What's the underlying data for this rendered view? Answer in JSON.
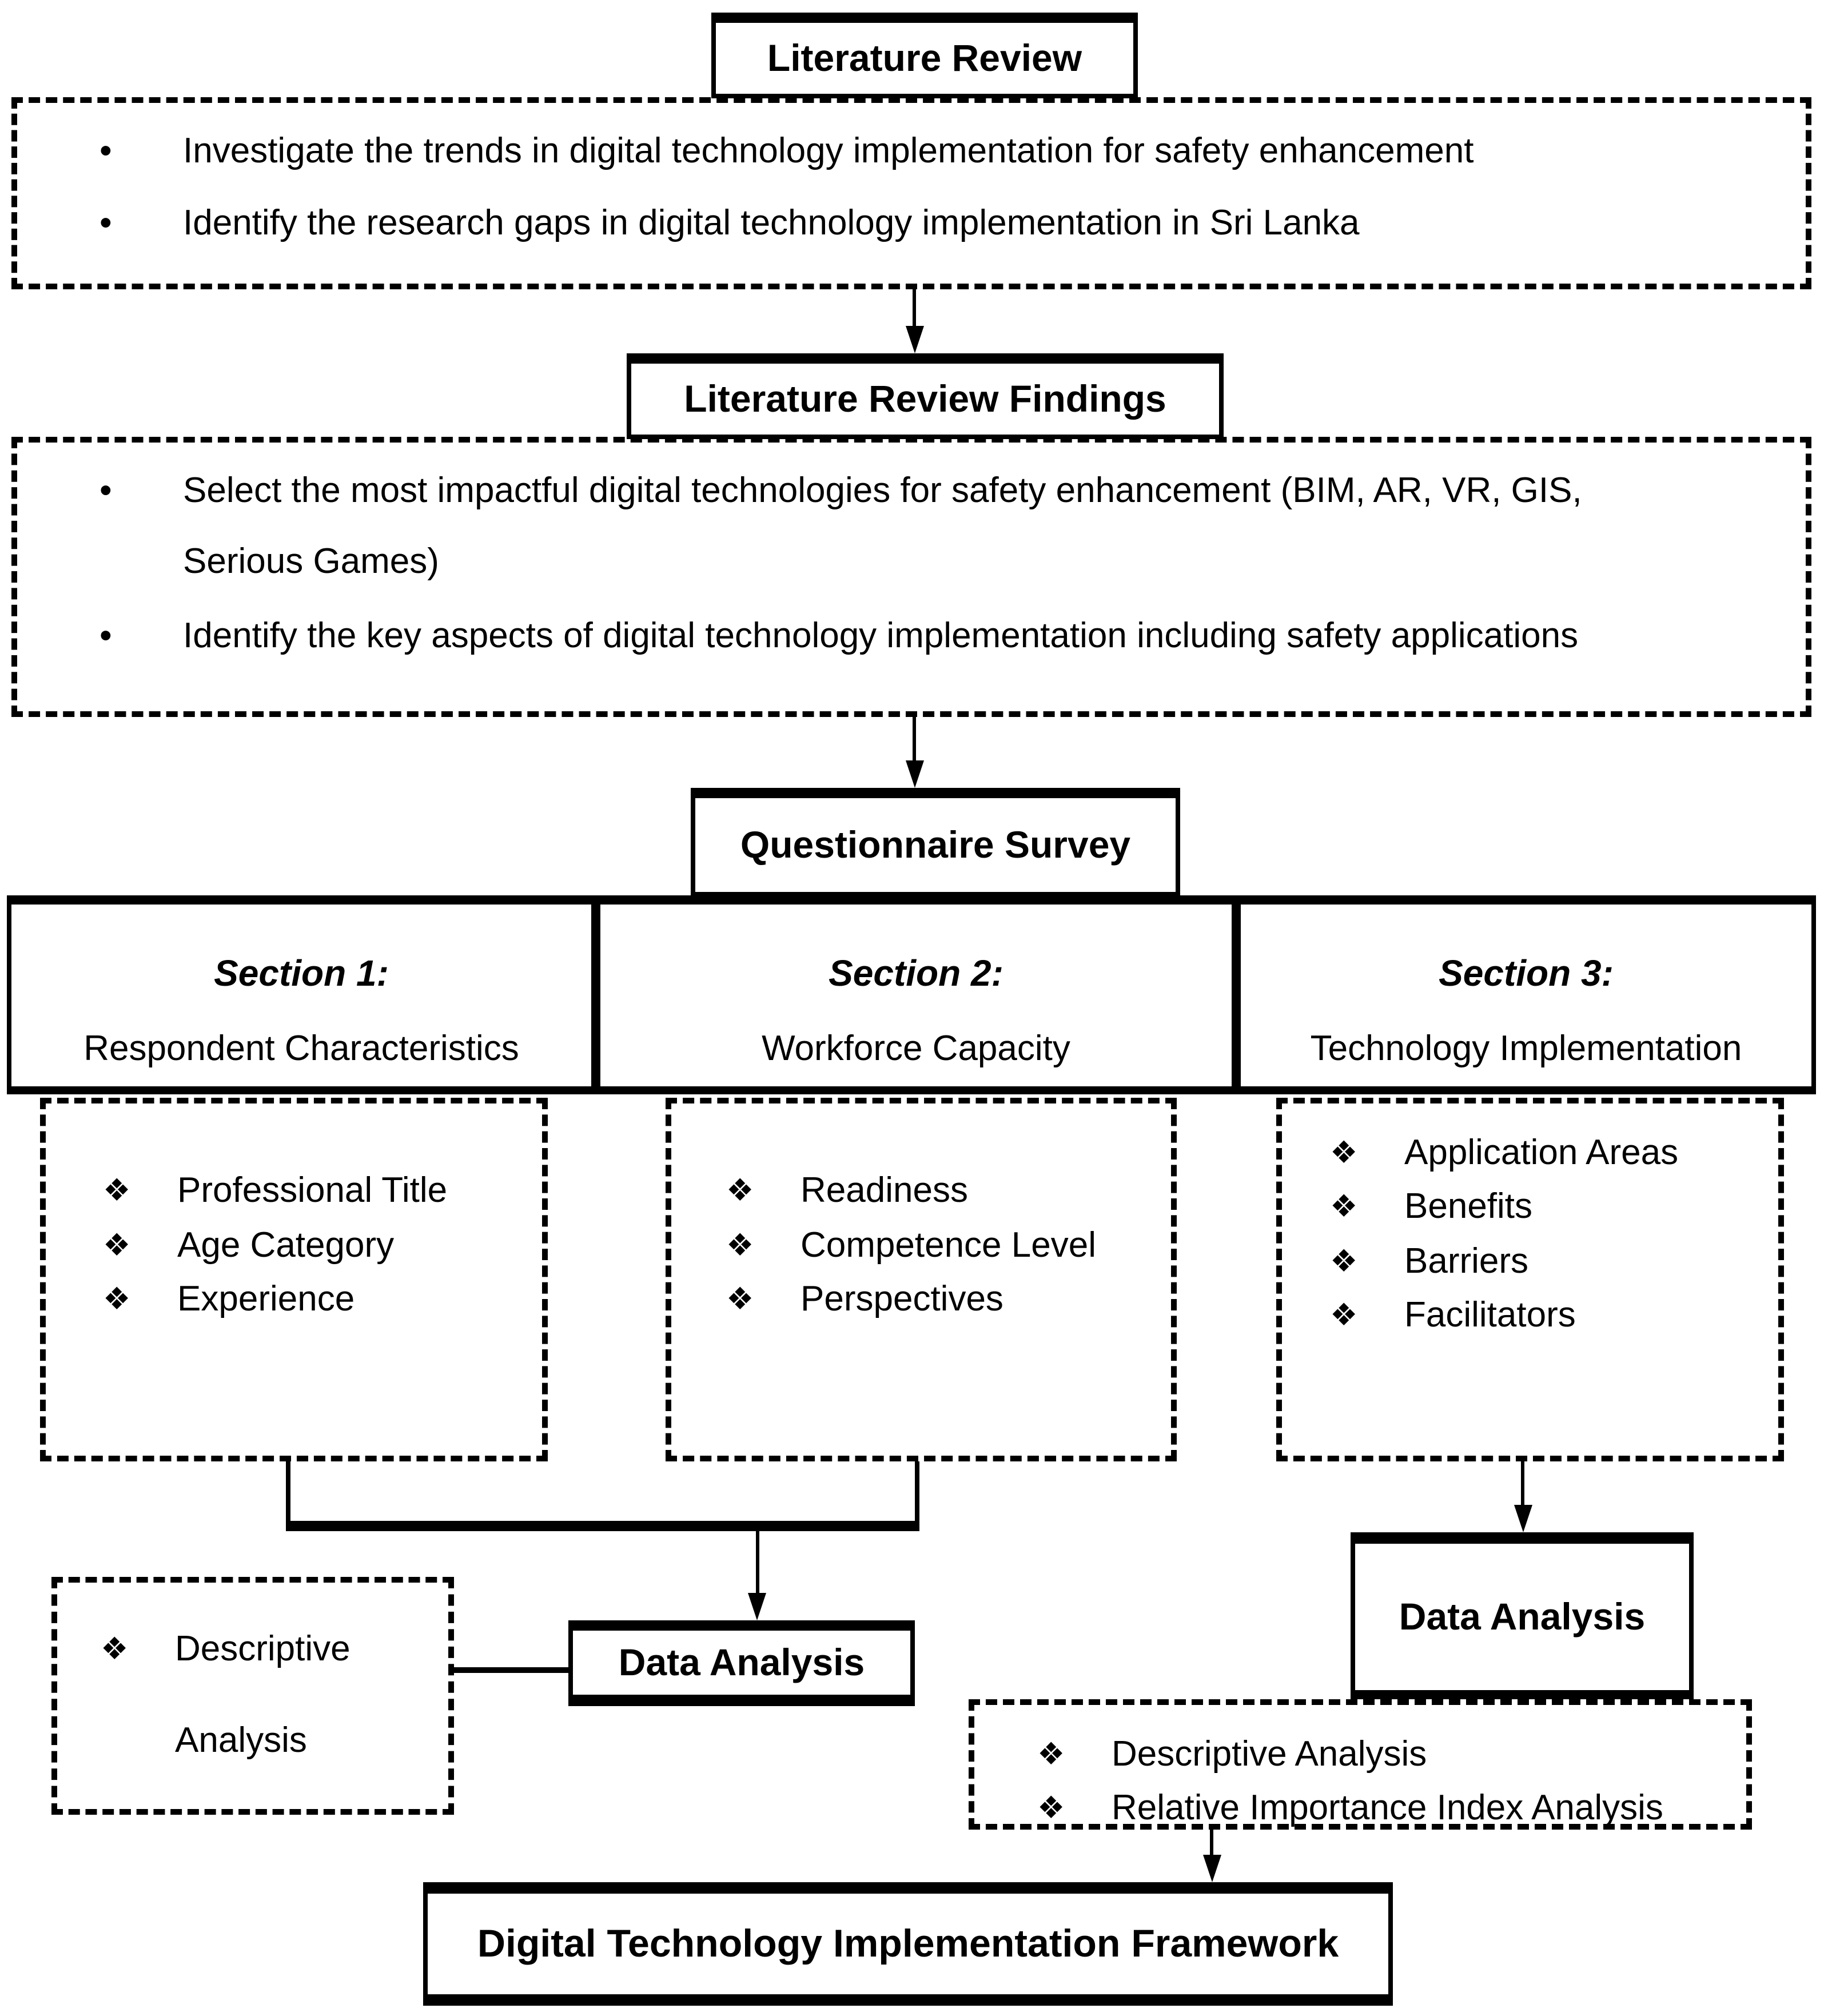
{
  "colors": {
    "ink": "#000000",
    "paper": "#ffffff"
  },
  "glyphs": {
    "bullet": "•",
    "diamond": "❖"
  },
  "literature_review": {
    "title": "Literature Review",
    "items": [
      "Investigate the trends in digital technology implementation for safety enhancement",
      "Identify the research gaps in digital technology implementation in Sri Lanka"
    ]
  },
  "literature_review_findings": {
    "title": "Literature Review Findings",
    "lines": [
      "Select the most impactful digital technologies for safety enhancement (BIM, AR, VR, GIS,",
      "Serious Games)",
      "Identify the key aspects of digital technology implementation including safety applications"
    ]
  },
  "questionnaire_survey": {
    "title": "Questionnaire Survey"
  },
  "sections": [
    {
      "label": "Section 1:",
      "name": "Respondent Characteristics",
      "items": [
        "Professional Title",
        "Age Category",
        "Experience"
      ]
    },
    {
      "label": "Section 2:",
      "name": "Workforce Capacity",
      "items": [
        "Readiness",
        "Competence Level",
        "Perspectives"
      ]
    },
    {
      "label": "Section 3:",
      "name": "Technology Implementation",
      "items": [
        "Application Areas",
        "Benefits",
        "Barriers",
        "Facilitators"
      ]
    }
  ],
  "left_analysis_box": {
    "line1": "Descriptive",
    "line2": "Analysis"
  },
  "data_analysis_left": {
    "title": "Data Analysis"
  },
  "data_analysis_right": {
    "title": "Data Analysis"
  },
  "right_analysis_box": {
    "items": [
      "Descriptive Analysis",
      "Relative Importance Index Analysis"
    ]
  },
  "framework": {
    "title": "Digital Technology Implementation Framework"
  }
}
